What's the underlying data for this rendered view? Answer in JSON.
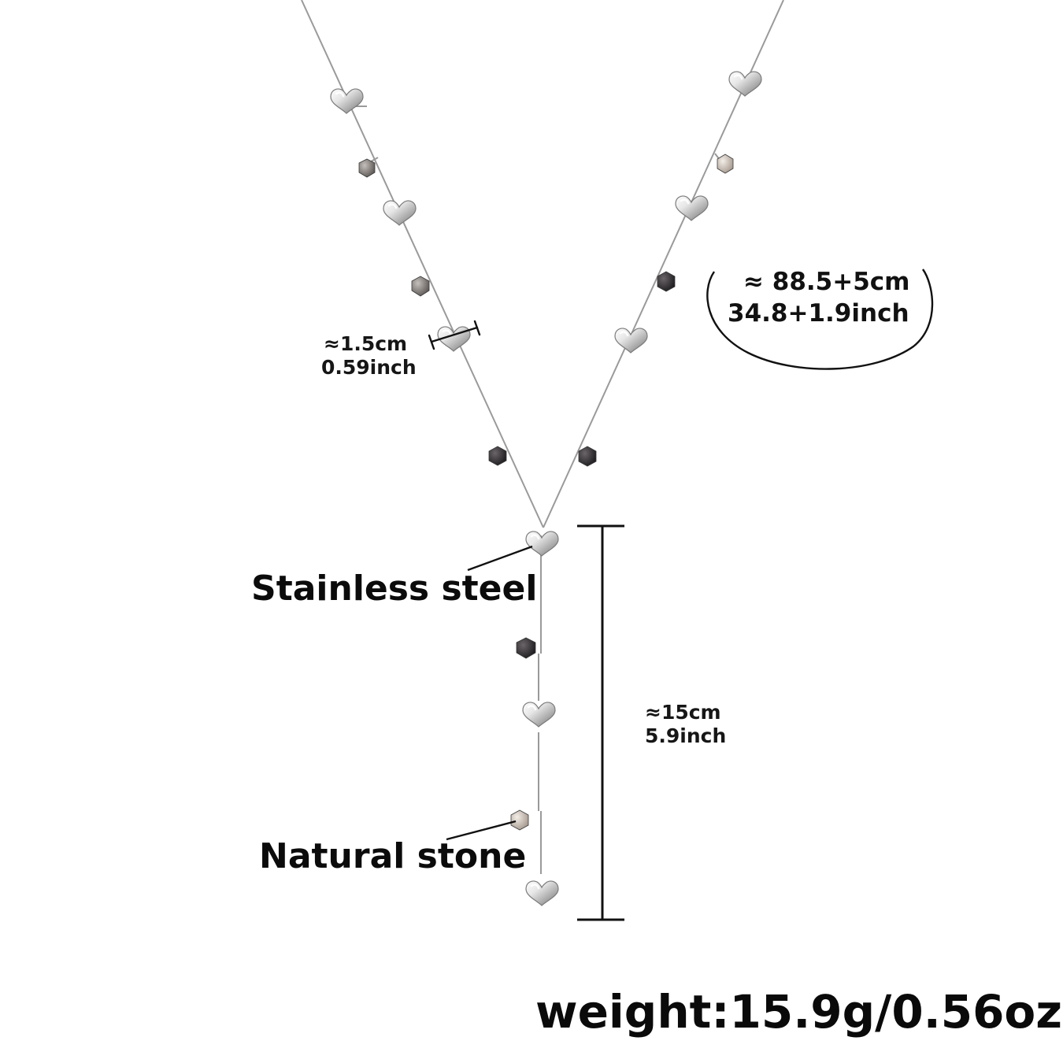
{
  "colors": {
    "background": "#ffffff",
    "chain": "#9a9a9a",
    "heart_light": "#f4f4f4",
    "heart_mid": "#cfcfcf",
    "heart_dark": "#8c8c8c",
    "stone_dark": "#2c2a2d",
    "stone_gray": "#8d8885",
    "stone_light": "#d9d0c8",
    "annotation": "#111111"
  },
  "annotations": {
    "total_length_cm": "≈ 88.5+5cm",
    "total_length_inch": "34.8+1.9inch",
    "heart_width_cm": "≈1.5cm",
    "heart_width_inch": "0.59inch",
    "drop_length_cm": "≈15cm",
    "drop_length_inch": "5.9inch",
    "material_metal": "Stainless steel",
    "material_stone": "Natural stone",
    "weight": "weight:15.9g/0.56oz"
  }
}
